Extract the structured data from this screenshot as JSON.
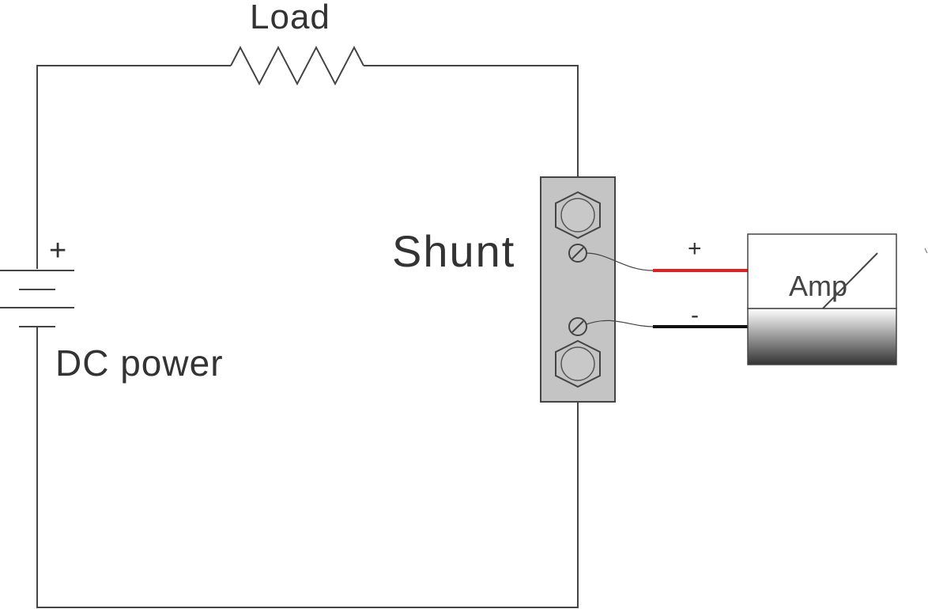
{
  "diagram": {
    "load_label": "Load",
    "shunt_label": "Shunt",
    "power_label": "DC power",
    "battery_plus": "+",
    "meter_plus": "+",
    "meter_minus": "-",
    "meter_label": "Amp"
  },
  "colors": {
    "wire": "#444444",
    "positive_lead": "#e02020",
    "negative_lead": "#111111",
    "shunt_body": "#c4c4c4",
    "meter_gradient_top": "#ffffff",
    "meter_gradient_bottom": "#333333"
  }
}
